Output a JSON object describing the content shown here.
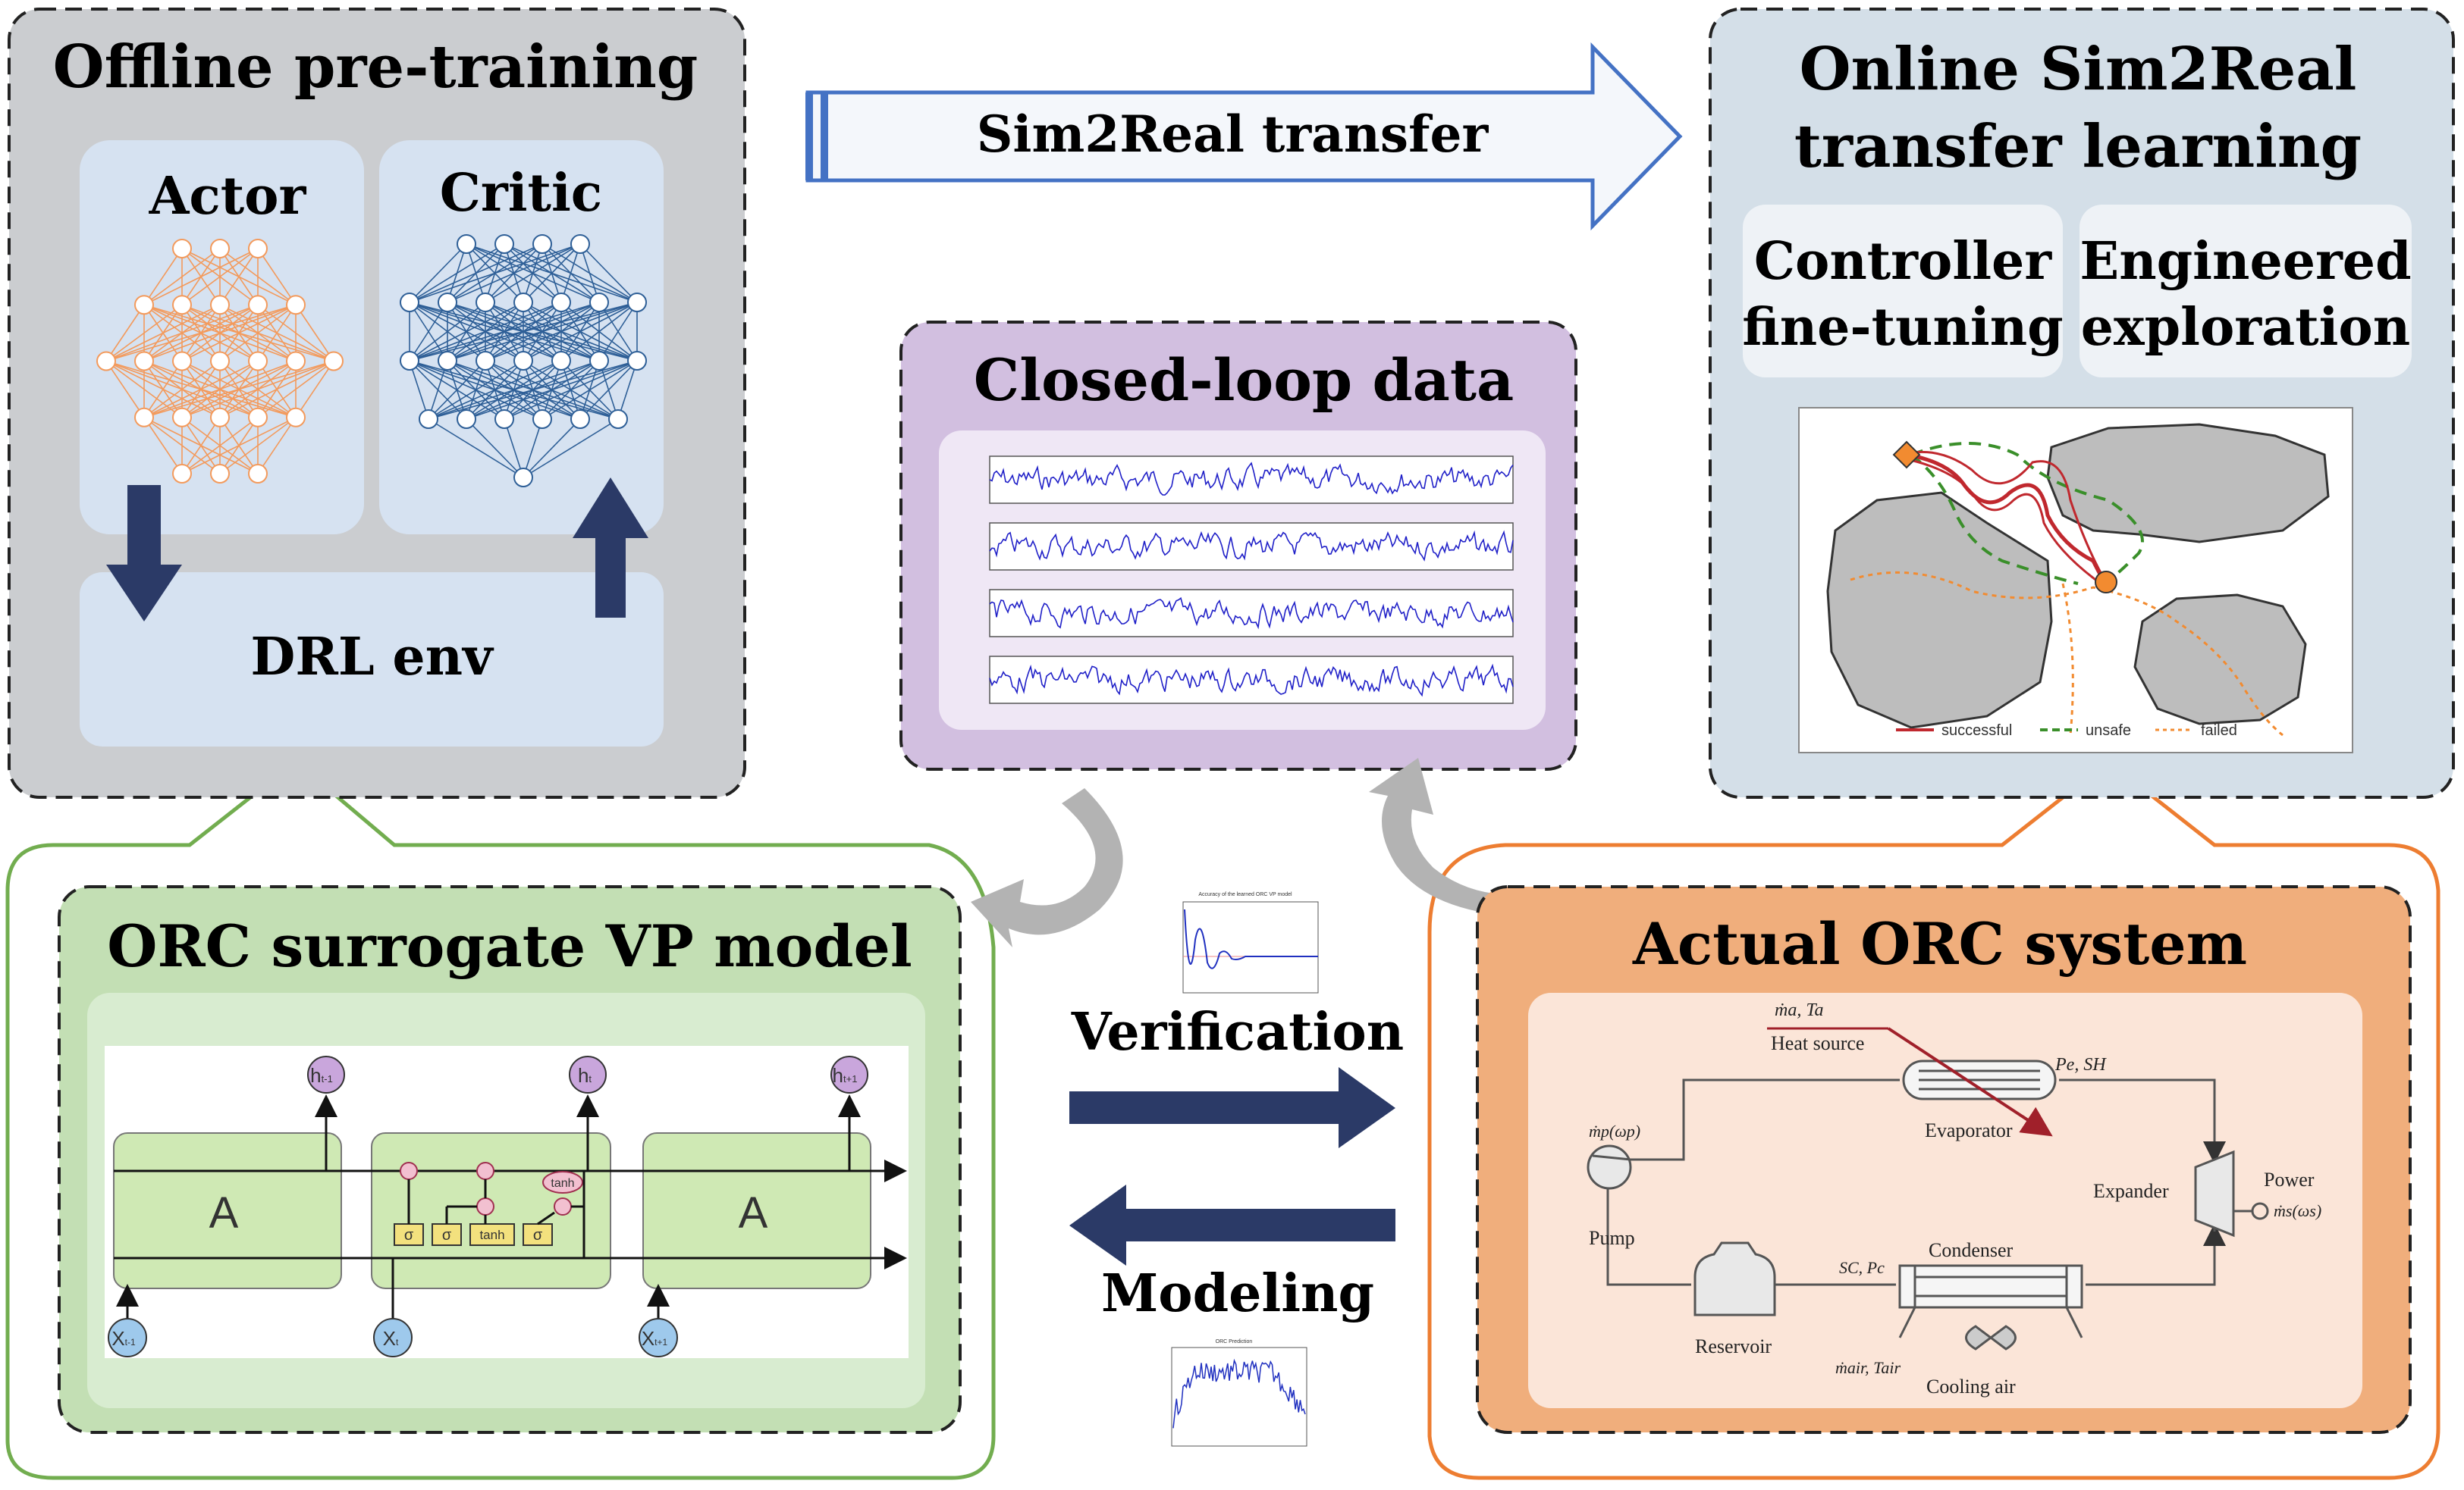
{
  "panels": {
    "offline": {
      "title": "Offline pre-training",
      "actor": "Actor",
      "critic": "Critic",
      "env": "DRL env"
    },
    "transfer_arrow": "Sim2Real transfer",
    "online": {
      "title_line1": "Online Sim2Real",
      "title_line2": "transfer learning",
      "box1_line1": "Controller",
      "box1_line2": "fine-tuning",
      "box2_line1": "Engineered",
      "box2_line2": "exploration",
      "legend": [
        "successful",
        "unsafe",
        "failed"
      ]
    },
    "closed_loop": {
      "title": "Closed-loop data"
    },
    "surrogate": {
      "title": "ORC surrogate VP model",
      "cell_label": "A",
      "hidden_labels": [
        "h",
        "h",
        "h"
      ],
      "hidden_subs": [
        "t-1",
        "t",
        "t+1"
      ],
      "input_labels": [
        "X",
        "X",
        "X"
      ],
      "input_subs": [
        "t-1",
        "t",
        "t+1"
      ],
      "gates": [
        "σ",
        "σ",
        "tanh",
        "σ"
      ],
      "tanh_label": "tanh"
    },
    "center": {
      "verification": "Verification",
      "modeling": "Modeling",
      "plot1_title": "Accuracy of the learned ORC VP model",
      "plot2_title": "ORC Prediction"
    },
    "actual": {
      "title": "Actual ORC system",
      "heat_source": "Heat source",
      "evaporator": "Evaporator",
      "expander": "Expander",
      "power": "Power",
      "pump": "Pump",
      "condenser": "Condenser",
      "reservoir": "Reservoir",
      "cooling_air": "Cooling air",
      "m_a_T_a": "ṁa, Ta",
      "P_e_SH": "Pe, SH",
      "m_p": "ṁp(ωp)",
      "m_s": "ṁs(ωs)",
      "SC_Pc": "SC, Pc",
      "m_air": "ṁair, Tair"
    }
  },
  "colors": {
    "gray_panel": "#cbcdd0",
    "light_blue": "#d6e2f1",
    "blue_panel": "#d4dfe8",
    "purple_panel": "#d2bfe0",
    "green_panel": "#c3dfb4",
    "orange_panel": "#f0ae7c",
    "navy": "#2b3a67",
    "actor_orange": "#f39a5c",
    "critic_blue": "#2e5f97"
  }
}
